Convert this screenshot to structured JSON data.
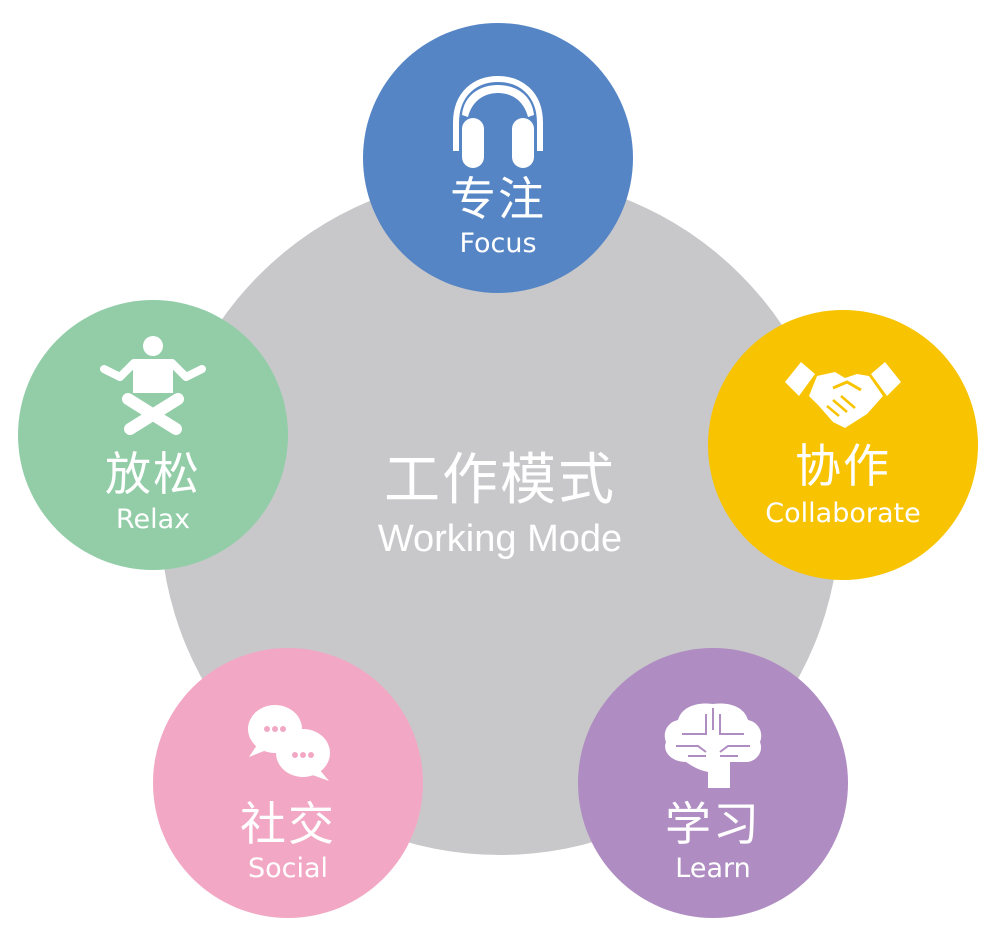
{
  "center": {
    "title_zh": "工作模式",
    "title_en": "Working Mode",
    "color": "#c8c8ca"
  },
  "nodes": [
    {
      "id": "focus",
      "label_zh": "专注",
      "label_en": "Focus",
      "icon": "headphones-icon",
      "color": "#5585c5"
    },
    {
      "id": "collaborate",
      "label_zh": "协作",
      "label_en": "Collaborate",
      "icon": "handshake-icon",
      "color": "#f8c300"
    },
    {
      "id": "learn",
      "label_zh": "学习",
      "label_en": "Learn",
      "icon": "brain-icon",
      "color": "#af8cc1"
    },
    {
      "id": "social",
      "label_zh": "社交",
      "label_en": "Social",
      "icon": "chat-bubbles-icon",
      "color": "#f2a8c4"
    },
    {
      "id": "relax",
      "label_zh": "放松",
      "label_en": "Relax",
      "icon": "meditation-person-icon",
      "color": "#92cda8"
    }
  ]
}
